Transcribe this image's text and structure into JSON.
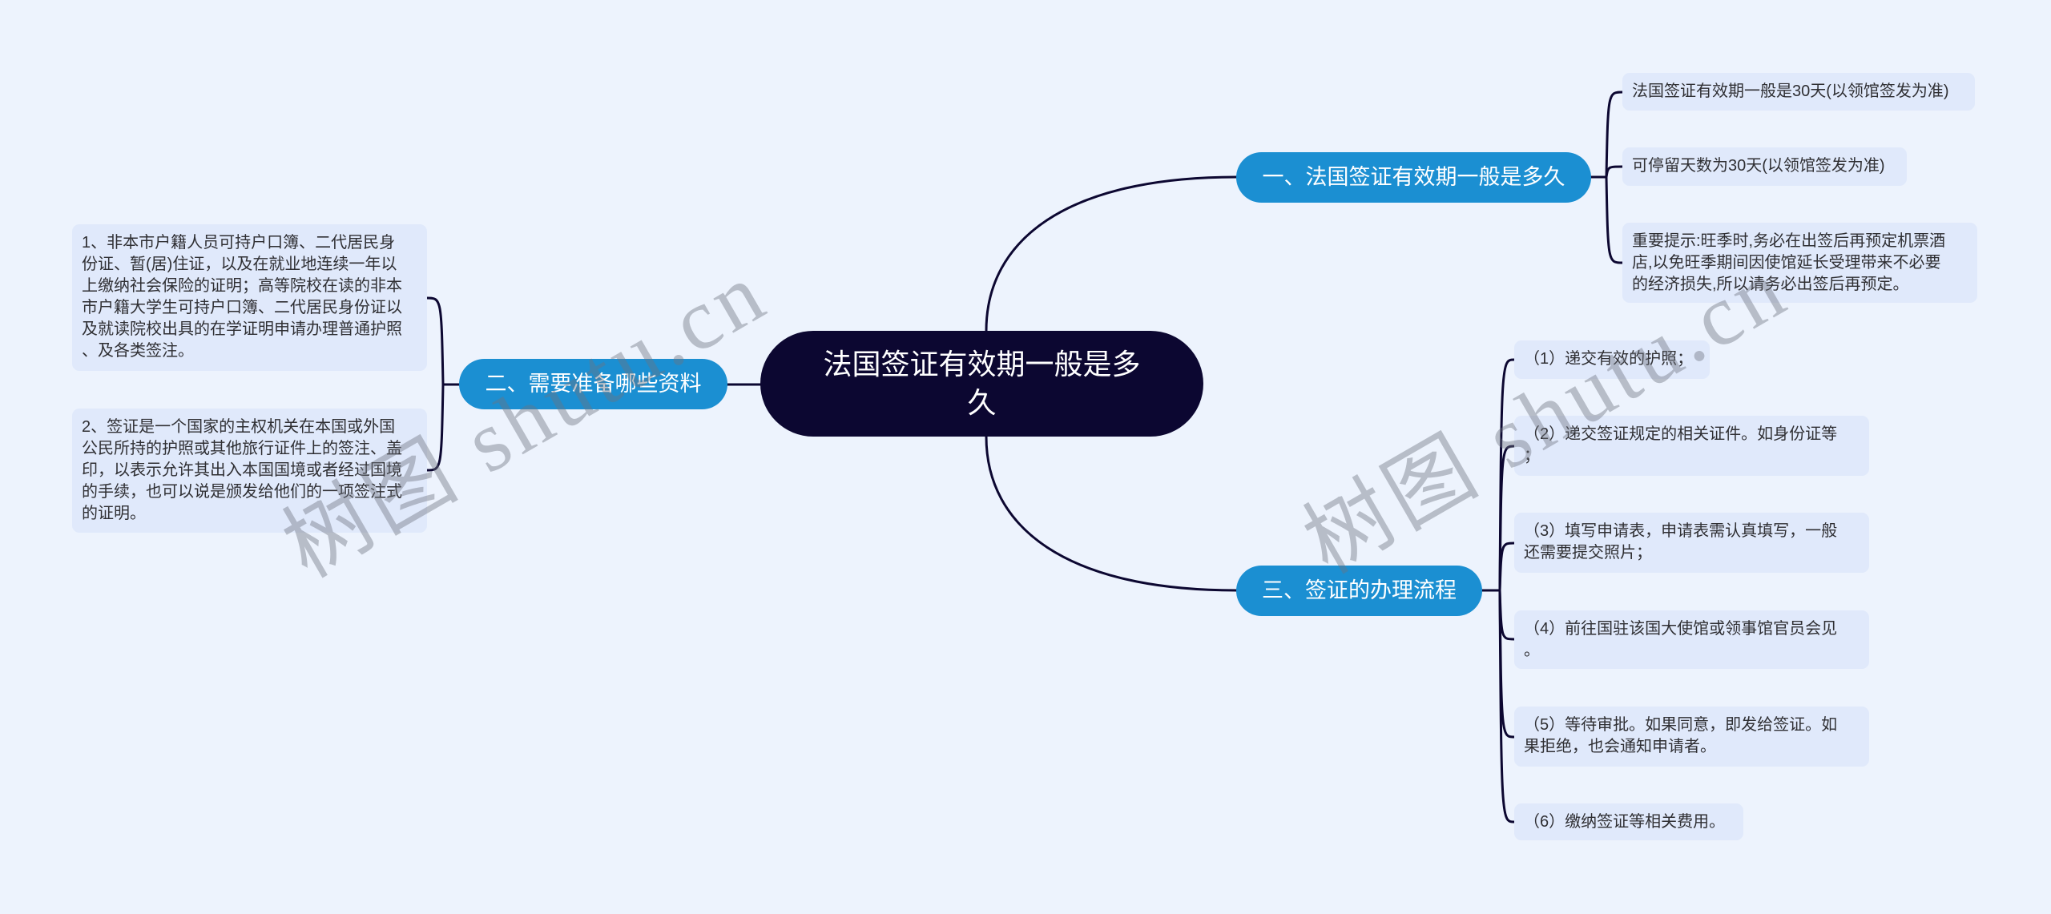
{
  "watermark": {
    "text": "树图 shutu.cn"
  },
  "colors": {
    "background": "#edf3fd",
    "root_fill": "#0c0731",
    "branch_fill": "#1b8fd2",
    "leaf_fill": "#e0e9fb",
    "connector": "#0c0731",
    "leaf_text": "#2f2f33"
  },
  "mindmap": {
    "root": {
      "label": "法国签证有效期一般是多久"
    },
    "branches": [
      {
        "label": "一、法国签证有效期一般是多久",
        "side": "right",
        "leaves": [
          {
            "text": "法国签证有效期一般是30天(以领馆签发为准)"
          },
          {
            "text": "可停留天数为30天(以领馆签发为准)"
          },
          {
            "text": "重要提示:旺季时,务必在出签后再预定机票酒\n店,以免旺季期间因使馆延长受理带来不必要\n的经济损失,所以请务必出签后再预定。"
          }
        ]
      },
      {
        "label": "二、需要准备哪些资料",
        "side": "left",
        "leaves": [
          {
            "text": "1、非本市户籍人员可持户口簿、二代居民身\n份证、暂(居)住证，以及在就业地连续一年以\n上缴纳社会保险的证明；高等院校在读的非本\n市户籍大学生可持户口簿、二代居民身份证以\n及就读院校出具的在学证明申请办理普通护照\n、及各类签注。"
          },
          {
            "text": "2、签证是一个国家的主权机关在本国或外国\n公民所持的护照或其他旅行证件上的签注、盖\n印，以表示允许其出入本国国境或者经过国境\n的手续，也可以说是颁发给他们的一项签注式\n的证明。"
          }
        ]
      },
      {
        "label": "三、签证的办理流程",
        "side": "right",
        "leaves": [
          {
            "text": "（1）递交有效的护照；"
          },
          {
            "text": "（2）递交签证规定的相关证件。如身份证等\n；"
          },
          {
            "text": "（3）填写申请表，申请表需认真填写，一般\n还需要提交照片；"
          },
          {
            "text": "（4）前往国驻该国大使馆或领事馆官员会见\n。"
          },
          {
            "text": "（5）等待审批。如果同意，即发给签证。如\n果拒绝，也会通知申请者。"
          },
          {
            "text": "（6）缴纳签证等相关费用。"
          }
        ]
      }
    ]
  }
}
